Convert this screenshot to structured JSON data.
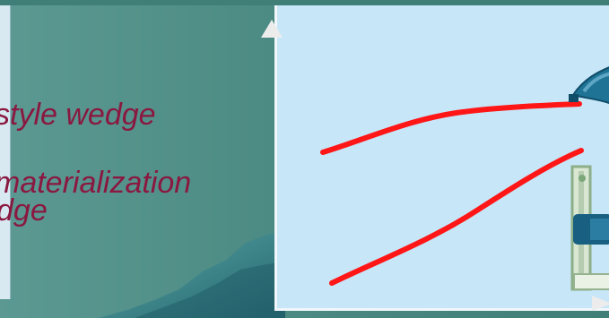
{
  "slide": {
    "text_lines": [
      "style wedge",
      "materialization",
      "dge"
    ]
  },
  "colors": {
    "background": "#4f8f86",
    "panel": "#c7e6f8",
    "curve": "#ff1616",
    "text": "#8a1840",
    "axis": "#f1f7fa"
  },
  "icons": [
    "up-arrow-icon",
    "right-arrow-icon",
    "toothpaste-tube-icon",
    "clip-icon"
  ]
}
